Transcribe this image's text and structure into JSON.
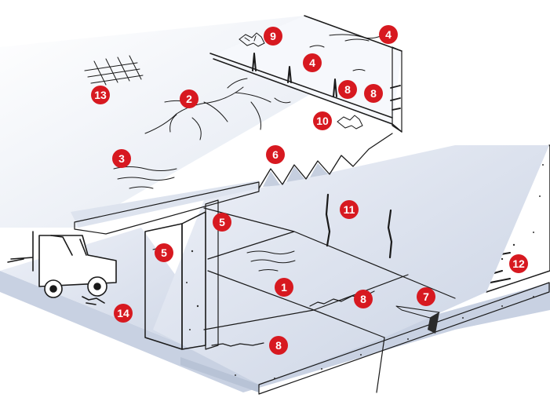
{
  "colors": {
    "badge": "#d71920",
    "badge_text": "#ffffff",
    "surface_light": "#eef1f8",
    "surface_mid": "#d4dcea",
    "surface_dark": "#b8c3d6",
    "line": "#1a1a1a"
  },
  "icons": [
    "forklift-icon"
  ],
  "badges": [
    {
      "id": "b9a",
      "text": "9"
    },
    {
      "id": "b4a",
      "text": "4"
    },
    {
      "id": "b4b",
      "text": "4"
    },
    {
      "id": "b13",
      "text": "13"
    },
    {
      "id": "b2",
      "text": "2"
    },
    {
      "id": "b8a",
      "text": "8"
    },
    {
      "id": "b8b",
      "text": "8"
    },
    {
      "id": "b10",
      "text": "10"
    },
    {
      "id": "b6",
      "text": "6"
    },
    {
      "id": "b3",
      "text": "3"
    },
    {
      "id": "b11",
      "text": "11"
    },
    {
      "id": "b5a",
      "text": "5"
    },
    {
      "id": "b5b",
      "text": "5"
    },
    {
      "id": "b12",
      "text": "12"
    },
    {
      "id": "b1",
      "text": "1"
    },
    {
      "id": "b8c",
      "text": "8"
    },
    {
      "id": "b7",
      "text": "7"
    },
    {
      "id": "b14",
      "text": "14"
    },
    {
      "id": "b8d",
      "text": "8"
    }
  ]
}
